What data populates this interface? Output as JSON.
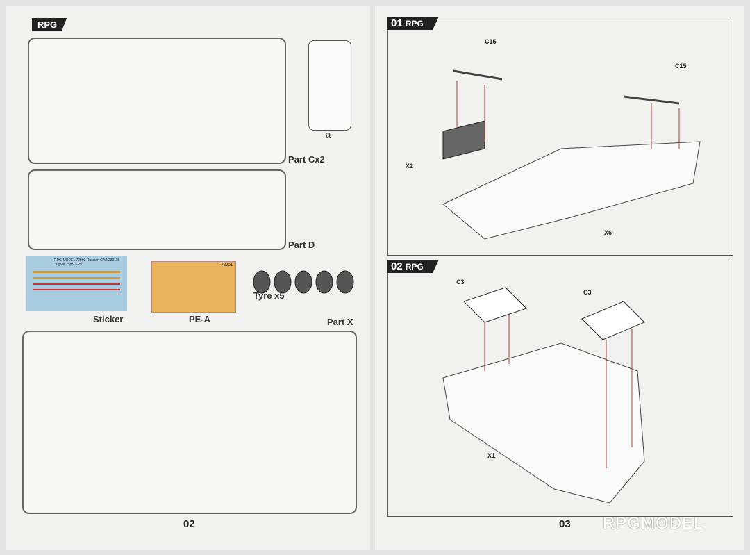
{
  "left_page": {
    "brand": "RPG",
    "page_number": "02",
    "parts": [
      {
        "label": "Part Cx2"
      },
      {
        "label": "Part D"
      },
      {
        "label": "Sticker"
      },
      {
        "label": "PE-A"
      },
      {
        "label": "Tyre x5"
      },
      {
        "label": "Part X"
      },
      {
        "label": "a"
      }
    ],
    "sticker_text": "RPG-MODEL 72001 Russian GAZ 233115 \"Tigr-M\" SpN SPV",
    "pe_code": "72001"
  },
  "right_page": {
    "page_number": "03",
    "steps": [
      {
        "number": "01",
        "brand": "RPG",
        "callouts": [
          "C15",
          "C15",
          "X2",
          "X6"
        ]
      },
      {
        "number": "02",
        "brand": "RPG",
        "callouts": [
          "C3",
          "C3",
          "X1"
        ]
      }
    ]
  },
  "watermark": "RPGMODEL",
  "colors": {
    "arrow": "#c0392b",
    "sticker_bg": "#a9cde0",
    "pe_bg": "#e8b35a"
  }
}
